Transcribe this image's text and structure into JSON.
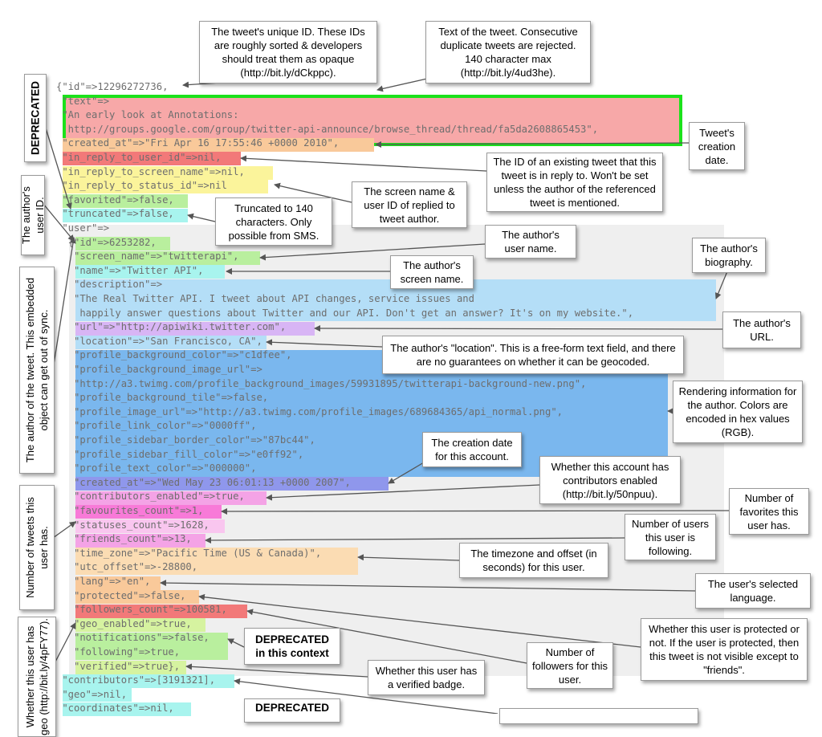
{
  "code_lines": [
    "{\"id\"=>12296272736,",
    " \"text\"=>",
    " \"An early look at Annotations:",
    "  http://groups.google.com/group/twitter-api-announce/browse_thread/thread/fa5da2608865453\",",
    " \"created_at\"=>\"Fri Apr 16 17:55:46 +0000 2010\",",
    " \"in_reply_to_user_id\"=>nil,",
    " \"in_reply_to_screen_name\"=>nil,",
    " \"in_reply_to_status_id\"=>nil",
    " \"favorited\"=>false,",
    " \"truncated\"=>false,",
    " \"user\"=>",
    "  {\"id\"=>6253282,",
    "   \"screen_name\"=>\"twitterapi\",",
    "   \"name\"=>\"Twitter API\",",
    "   \"description\"=>",
    "   \"The Real Twitter API. I tweet about API changes, service issues and",
    "    happily answer questions about Twitter and our API. Don't get an answer? It's on my website.\",",
    "   \"url\"=>\"http://apiwiki.twitter.com\",",
    "   \"location\"=>\"San Francisco, CA\",",
    "   \"profile_background_color\"=>\"c1dfee\",",
    "   \"profile_background_image_url\"=>",
    "   \"http://a3.twimg.com/profile_background_images/59931895/twitterapi-background-new.png\",",
    "   \"profile_background_tile\"=>false,",
    "   \"profile_image_url\"=>\"http://a3.twimg.com/profile_images/689684365/api_normal.png\",",
    "   \"profile_link_color\"=>\"0000ff\",",
    "   \"profile_sidebar_border_color\"=>\"87bc44\",",
    "   \"profile_sidebar_fill_color\"=>\"e0ff92\",",
    "   \"profile_text_color\"=>\"000000\",",
    "   \"created_at\"=>\"Wed May 23 06:01:13 +0000 2007\",",
    "   \"contributors_enabled\"=>true,",
    "   \"favourites_count\"=>1,",
    "   \"statuses_count\"=>1628,",
    "   \"friends_count\"=>13,",
    "   \"time_zone\"=>\"Pacific Time (US & Canada)\",",
    "   \"utc_offset\"=>-28800,",
    "   \"lang\"=>\"en\",",
    "   \"protected\"=>false,",
    "   \"followers_count\"=>100581,",
    "   \"geo_enabled\"=>true,",
    "   \"notifications\"=>false,",
    "   \"following\"=>true,",
    "   \"verified\"=>true},",
    " \"contributors\"=>[3191321],",
    " \"geo\"=>nil,",
    " \"coordinates\"=>nil,"
  ],
  "callouts": {
    "tweet_id": "The tweet's unique ID. These IDs are roughly sorted & developers should treat them as opaque (http://bit.ly/dCkppc).",
    "tweet_text": "Text of the tweet. Consecutive duplicate tweets are rejected.  140 character max (http://bit.ly/4ud3he).",
    "creation_date": "Tweet's creation date.",
    "reply_id": "The ID of an existing tweet that this tweet is in reply to.  Won't be set unless the author of the referenced tweet is mentioned.",
    "reply_screen_name": "The screen name & user ID of replied to tweet author.",
    "truncated": "Truncated to 140 characters. Only possible from SMS.",
    "user_name": "The author's user name.",
    "biography": "The author's biography.",
    "screen_name": "The author's screen name.",
    "url": "The author's URL.",
    "location": "The author's \"location\".  This is a free-form text field, and there are no guarantees on whether it can be geocoded.",
    "rendering": "Rendering information for the author.  Colors are encoded in hex values (RGB).",
    "account_date": "The creation date for this account.",
    "contributors": "Whether this account has contributors enabled (http://bit.ly/50npuu).",
    "favorites": "Number of favorites this user has.",
    "friends": "Number of users this user is following.",
    "timezone": "The timezone and offset (in seconds) for this user.",
    "language": "The user's selected language.",
    "protected": "Whether this user is protected or not.  If the user is protected, then this tweet is not visible except to \"friends\".",
    "followers": "Number of followers for this user.",
    "verified": "Whether this user has a verified badge.",
    "deprecated_context": "DEPRECATED in this context",
    "deprecated_bottom": "DEPRECATED"
  },
  "side_labels": {
    "deprecated": "DEPRECATED",
    "user_id": "The author's user ID.",
    "author_embedded": "The author of the tweet.  This embedded object can get out of sync.",
    "tweets_count": "Number of tweets this user has.",
    "geo": "Whether this user has geo (http://bit.ly/4pFY77)."
  },
  "colors": {
    "text_highlight": "#f7a8a8",
    "text_border": "#1be21b",
    "orange": "#f9c99a",
    "red": "#f27979",
    "yellow": "#fbf49b",
    "green": "#b9ef9e",
    "cyan": "#a8f4ee",
    "light_blue": "#b4def7",
    "purple": "#d8b5f5",
    "blue": "#7ab7ee",
    "indigo": "#8f97ec",
    "pink": "#f4a3e6",
    "magenta": "#f87ad8",
    "user_bg": "#efefef"
  }
}
